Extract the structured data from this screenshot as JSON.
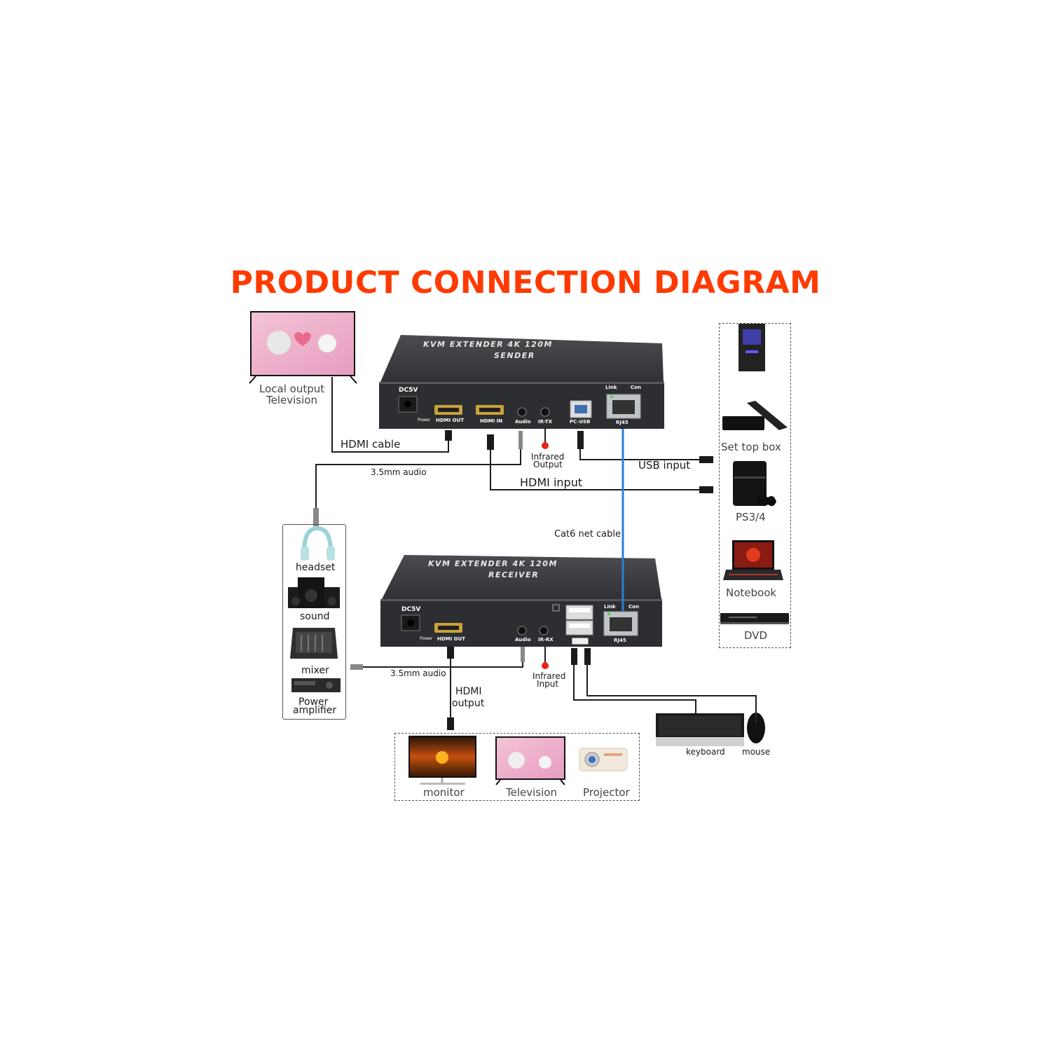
{
  "title": "PRODUCT CONNECTION DIAGRAM",
  "sender": {
    "name_line1": "KVM EXTENDER 4K 120M",
    "name_line2": "SENDER",
    "ports": {
      "dc": "DC5V",
      "power": "Power",
      "hdmi_out": "HDMI OUT",
      "hdmi_in": "HDMI IN",
      "audio": "Audio",
      "ir": "IR-TX",
      "pc_usb": "PC-USB",
      "rj45": "RJ45",
      "link": "Link",
      "con": "Con"
    }
  },
  "receiver": {
    "name_line1": "KVM EXTENDER 4K 120M",
    "name_line2": "RECEIVER",
    "ports": {
      "dc": "DC5V",
      "power": "Power",
      "hdmi_out": "HDMI OUT",
      "audio": "Audio",
      "ir": "IR-RX",
      "rj45": "RJ45",
      "link": "Link",
      "con": "Con"
    }
  },
  "cables": {
    "hdmi_cable": "HDMI cable",
    "audio_top": "3.5mm audio",
    "hdmi_input": "HDMI input",
    "usb_input": "USB input",
    "cat6": "Cat6 net cable",
    "audio_bottom": "3.5mm audio",
    "hdmi_output": [
      "HDMI",
      "output"
    ],
    "infrared_output": [
      "Infrared",
      "Output"
    ],
    "infrared_input": [
      "Infrared",
      "Input"
    ]
  },
  "local_tv": [
    "Local output",
    "Television"
  ],
  "sources": [
    "Set top box",
    "PS3/4",
    "Notebook",
    "DVD"
  ],
  "audio_devices": [
    "headset",
    "sound",
    "mixer",
    [
      "Power",
      "amplifier"
    ]
  ],
  "displays": [
    "monitor",
    "Television",
    "Projector"
  ],
  "peripherals": [
    "keyboard",
    "mouse"
  ],
  "colors": {
    "title": "#ff3a00",
    "box": "#3b3d40",
    "cat6": "#2a7fd4",
    "ir": "#e8231a"
  }
}
